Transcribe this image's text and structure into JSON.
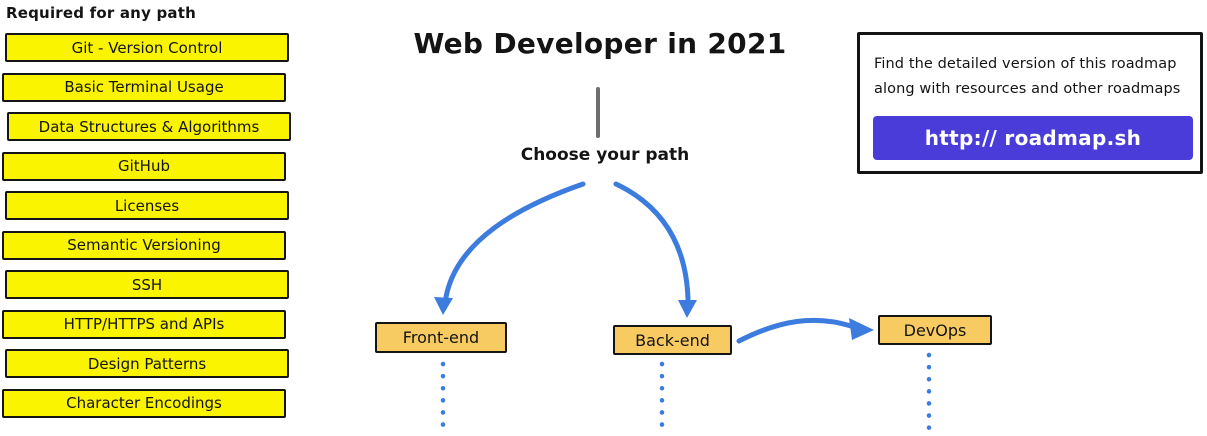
{
  "colors": {
    "yellow": "#FAF400",
    "amber": "#F8CB62",
    "blue": "#3C7CDE",
    "purple": "#4A3CD9",
    "gray-line": "#6E6E6E"
  },
  "left_column": {
    "heading": "Required for any path",
    "items": [
      "Git - Version Control",
      "Basic Terminal Usage",
      "Data Structures & Algorithms",
      "GitHub",
      "Licenses",
      "Semantic Versioning",
      "SSH",
      "HTTP/HTTPS and APIs",
      "Design Patterns",
      "Character Encodings"
    ]
  },
  "center": {
    "title": "Web Developer in 2021",
    "choose_label": "Choose your path",
    "nodes": [
      {
        "label": "Front-end"
      },
      {
        "label": "Back-end"
      },
      {
        "label": "DevOps"
      }
    ]
  },
  "info_box": {
    "line1": "Find the detailed version of this roadmap",
    "line2": "along with resources and other roadmaps",
    "button_label": "http:// roadmap.sh"
  }
}
